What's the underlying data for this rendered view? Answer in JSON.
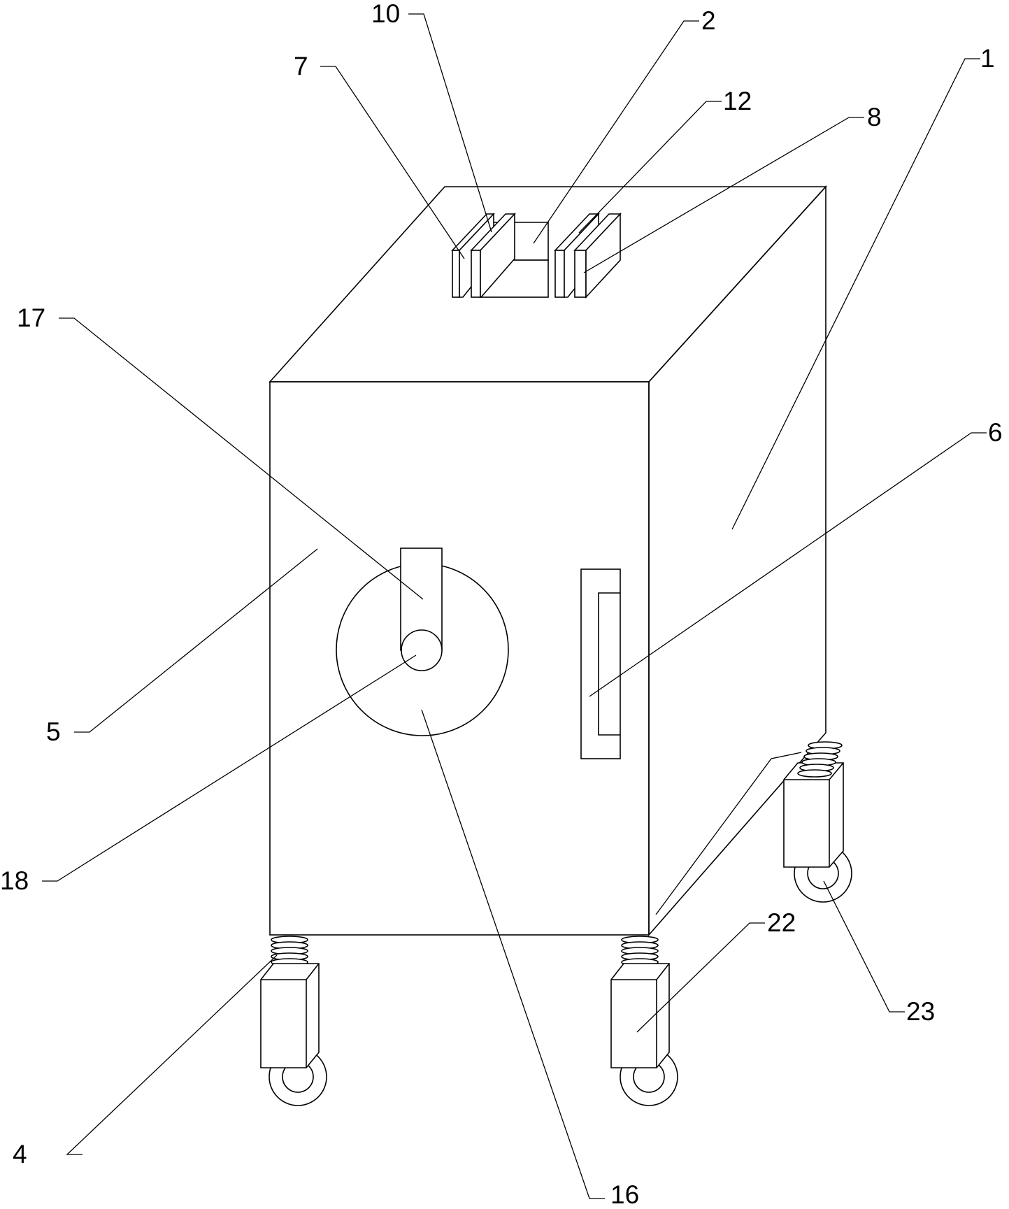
{
  "labels": {
    "l1": "1",
    "l2": "2",
    "l4": "4",
    "l5": "5",
    "l6": "6",
    "l7": "7",
    "l8": "8",
    "l10": "10",
    "l12": "12",
    "l16": "16",
    "l17": "17",
    "l18": "18",
    "l22": "22",
    "l23": "23"
  }
}
